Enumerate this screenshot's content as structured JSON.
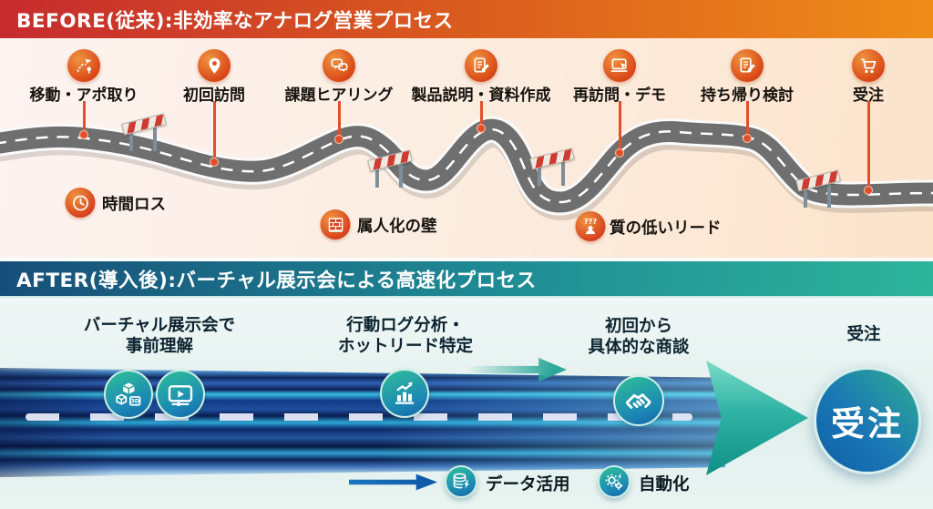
{
  "colors": {
    "before_header_from": "#c62b2e",
    "before_header_to": "#ef8d18",
    "before_accent": "#e0512b",
    "after_header_from": "#174e79",
    "after_header_to": "#2db49a",
    "after_accent": "#2fa89a",
    "goal_blue": "#0f5fa8"
  },
  "before": {
    "header": "BEFORE(従来):非効率なアナログ営業プロセス",
    "steps": [
      {
        "label": "移動・アポ取り",
        "icon": "travel-route-icon"
      },
      {
        "label": "初回訪問",
        "icon": "map-pin-icon"
      },
      {
        "label": "課題ヒアリング",
        "icon": "chat-bubbles-icon"
      },
      {
        "label": "製品説明・資料作成",
        "icon": "document-edit-icon"
      },
      {
        "label": "再訪問・デモ",
        "icon": "laptop-demo-icon"
      },
      {
        "label": "持ち帰り検討",
        "icon": "document-review-icon"
      },
      {
        "label": "受注",
        "icon": "cart-icon"
      }
    ],
    "problems": [
      {
        "label": "時間ロス",
        "icon": "clock-icon"
      },
      {
        "label": "属人化の壁",
        "icon": "brick-wall-icon"
      },
      {
        "label": "質の低いリード",
        "icon": "confused-lead-icon",
        "icon_text": "???"
      }
    ]
  },
  "after": {
    "header": "AFTER(導入後):バーチャル展示会による高速化プロセス",
    "stages": [
      {
        "line1": "バーチャル展示会で",
        "line2": "事前理解"
      },
      {
        "line1": "行動ログ分析・",
        "line2": "ホットリード特定"
      },
      {
        "line1": "初回から",
        "line2": "具体的な商談"
      },
      {
        "line1": "受注",
        "line2": ""
      }
    ],
    "goal_label": "受注",
    "badge_3d": "3D",
    "extras": [
      {
        "label": "データ活用",
        "icon": "database-icon"
      },
      {
        "label": "自動化",
        "icon": "gears-icon"
      }
    ]
  }
}
